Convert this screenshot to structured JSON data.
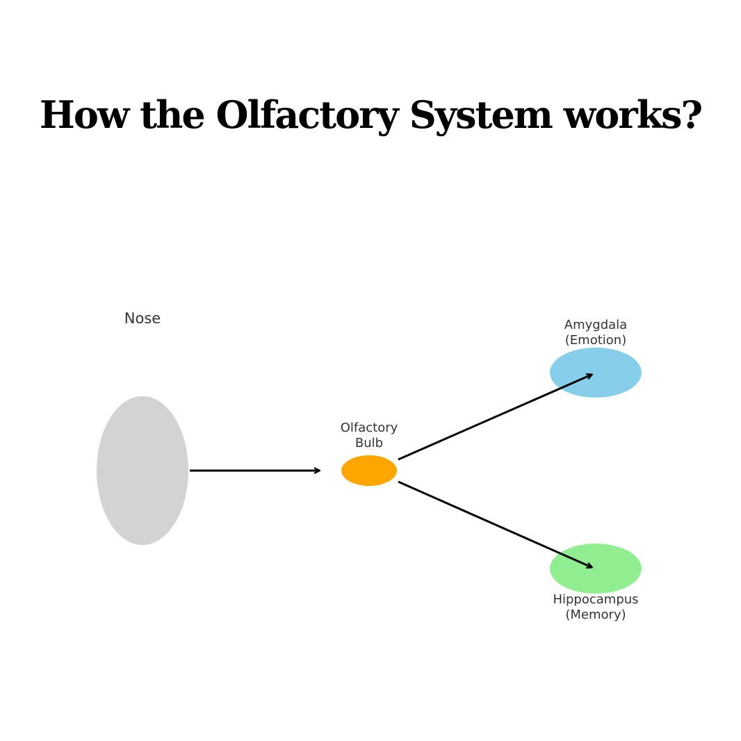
{
  "title": "How the Olfactory System works?",
  "nodes": {
    "nose": {
      "label": "Nose",
      "color": "#d3d3d3"
    },
    "bulb": {
      "label_line1": "Olfactory",
      "label_line2": "Bulb",
      "color": "#ffa500"
    },
    "amygdala": {
      "label_line1": "Amygdala",
      "label_line2": "(Emotion)",
      "color": "#87ceeb"
    },
    "hippocampus": {
      "label_line1": "Hippocampus",
      "label_line2": "(Memory)",
      "color": "#90ee90"
    }
  },
  "edges": [
    {
      "from": "nose",
      "to": "bulb"
    },
    {
      "from": "bulb",
      "to": "amygdala"
    },
    {
      "from": "bulb",
      "to": "hippocampus"
    }
  ],
  "colors": {
    "arrow": "#000000",
    "label_text": "#333333"
  }
}
